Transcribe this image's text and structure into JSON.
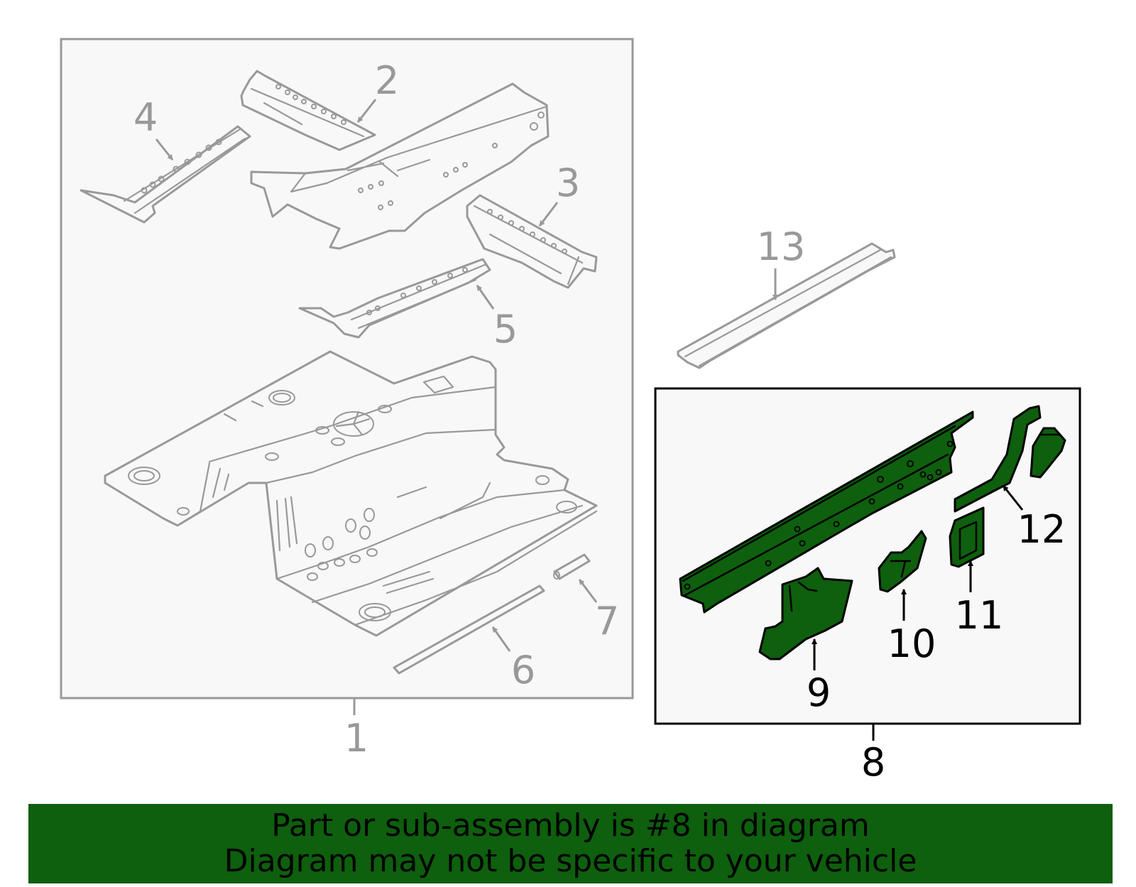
{
  "callouts": {
    "c1": "1",
    "c2": "2",
    "c3": "3",
    "c4": "4",
    "c5": "5",
    "c6": "6",
    "c7": "7",
    "c8": "8",
    "c9": "9",
    "c10": "10",
    "c11": "11",
    "c12": "12",
    "c13": "13"
  },
  "banner": {
    "line1": "Part or sub-assembly is #8 in diagram",
    "line2": "Diagram may not be specific to your vehicle"
  },
  "colors": {
    "highlight": "#0e5f0e",
    "outline_grey": "#999999",
    "panel_bg": "#f8f8f8"
  }
}
